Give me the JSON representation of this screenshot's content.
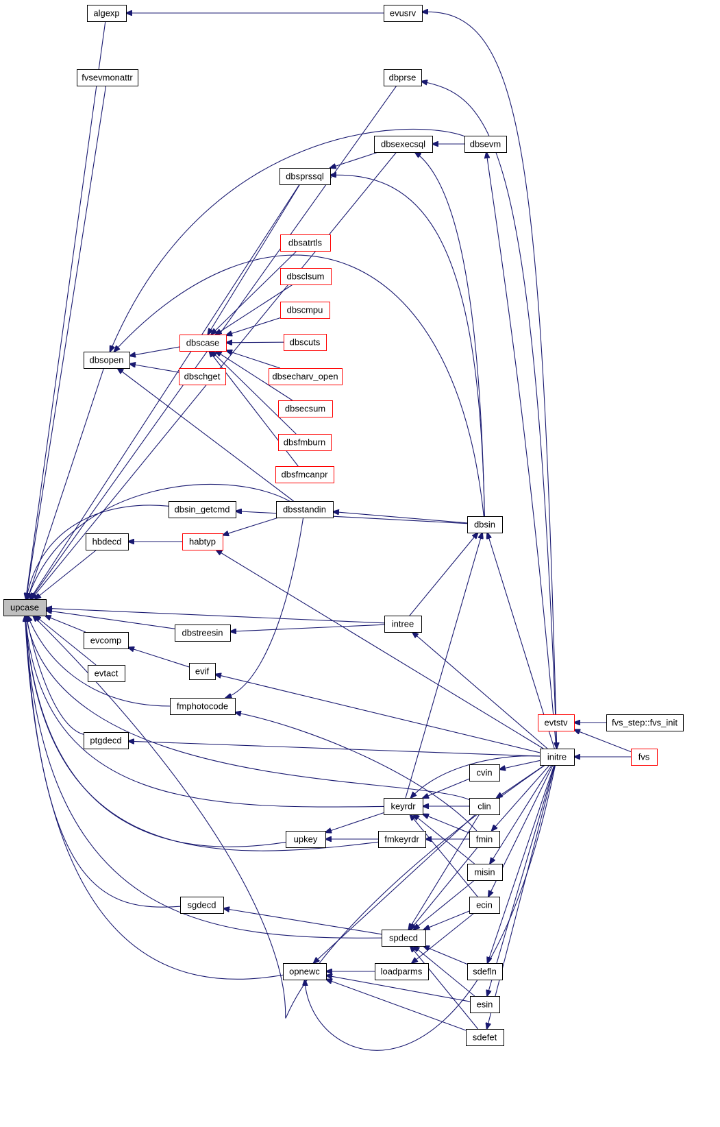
{
  "nodes": [
    {
      "id": "upcase",
      "label": "upcase",
      "style": "root"
    },
    {
      "id": "algexp",
      "label": "algexp",
      "style": "black"
    },
    {
      "id": "evusrv",
      "label": "evusrv",
      "style": "black"
    },
    {
      "id": "fvsevmonattr",
      "label": "fvsevmonattr",
      "style": "black"
    },
    {
      "id": "dbprse",
      "label": "dbprse",
      "style": "black"
    },
    {
      "id": "dbsexecsql",
      "label": "dbsexecsql",
      "style": "black"
    },
    {
      "id": "dbsevm",
      "label": "dbsevm",
      "style": "black"
    },
    {
      "id": "dbsprssql",
      "label": "dbsprssql",
      "style": "black"
    },
    {
      "id": "dbsatrtls",
      "label": "dbsatrtls",
      "style": "red"
    },
    {
      "id": "dbsclsum",
      "label": "dbsclsum",
      "style": "red"
    },
    {
      "id": "dbscmpu",
      "label": "dbscmpu",
      "style": "red"
    },
    {
      "id": "dbscase",
      "label": "dbscase",
      "style": "red"
    },
    {
      "id": "dbscuts",
      "label": "dbscuts",
      "style": "red"
    },
    {
      "id": "dbsopen",
      "label": "dbsopen",
      "style": "black"
    },
    {
      "id": "dbschget",
      "label": "dbschget",
      "style": "red"
    },
    {
      "id": "dbsecharv_open",
      "label": "dbsecharv_open",
      "style": "red"
    },
    {
      "id": "dbsecsum",
      "label": "dbsecsum",
      "style": "red"
    },
    {
      "id": "dbsfmburn",
      "label": "dbsfmburn",
      "style": "red"
    },
    {
      "id": "dbsfmcanpr",
      "label": "dbsfmcanpr",
      "style": "red"
    },
    {
      "id": "dbsin_getcmd",
      "label": "dbsin_getcmd",
      "style": "black"
    },
    {
      "id": "dbsstandin",
      "label": "dbsstandin",
      "style": "black"
    },
    {
      "id": "dbsin",
      "label": "dbsin",
      "style": "black"
    },
    {
      "id": "hbdecd",
      "label": "hbdecd",
      "style": "black"
    },
    {
      "id": "habtyp",
      "label": "habtyp",
      "style": "red"
    },
    {
      "id": "intree",
      "label": "intree",
      "style": "black"
    },
    {
      "id": "dbstreesin",
      "label": "dbstreesin",
      "style": "black"
    },
    {
      "id": "evcomp",
      "label": "evcomp",
      "style": "black"
    },
    {
      "id": "evif",
      "label": "evif",
      "style": "black"
    },
    {
      "id": "evtact",
      "label": "evtact",
      "style": "black"
    },
    {
      "id": "fmphotocode",
      "label": "fmphotocode",
      "style": "black"
    },
    {
      "id": "evtstv",
      "label": "evtstv",
      "style": "red"
    },
    {
      "id": "fvs_step_fvs_init",
      "label": "fvs_step::fvs_init",
      "style": "black"
    },
    {
      "id": "ptgdecd",
      "label": "ptgdecd",
      "style": "black"
    },
    {
      "id": "initre",
      "label": "initre",
      "style": "black"
    },
    {
      "id": "fvs",
      "label": "fvs",
      "style": "red"
    },
    {
      "id": "cvin",
      "label": "cvin",
      "style": "black"
    },
    {
      "id": "keyrdr",
      "label": "keyrdr",
      "style": "black"
    },
    {
      "id": "clin",
      "label": "clin",
      "style": "black"
    },
    {
      "id": "upkey",
      "label": "upkey",
      "style": "black"
    },
    {
      "id": "fmkeyrdr",
      "label": "fmkeyrdr",
      "style": "black"
    },
    {
      "id": "fmin",
      "label": "fmin",
      "style": "black"
    },
    {
      "id": "misin",
      "label": "misin",
      "style": "black"
    },
    {
      "id": "sgdecd",
      "label": "sgdecd",
      "style": "black"
    },
    {
      "id": "ecin",
      "label": "ecin",
      "style": "black"
    },
    {
      "id": "spdecd",
      "label": "spdecd",
      "style": "black"
    },
    {
      "id": "opnewc",
      "label": "opnewc",
      "style": "black"
    },
    {
      "id": "loadparms",
      "label": "loadparms",
      "style": "black"
    },
    {
      "id": "sdefln",
      "label": "sdefln",
      "style": "black"
    },
    {
      "id": "esin",
      "label": "esin",
      "style": "black"
    },
    {
      "id": "sdefet",
      "label": "sdefet",
      "style": "black"
    }
  ],
  "edges": [
    {
      "from": "algexp",
      "to": "upcase"
    },
    {
      "from": "evusrv",
      "to": "algexp"
    },
    {
      "from": "initre",
      "to": "evusrv"
    },
    {
      "from": "fvsevmonattr",
      "to": "upcase"
    },
    {
      "from": "dbprse",
      "to": "upcase"
    },
    {
      "from": "initre",
      "to": "dbprse"
    },
    {
      "from": "dbsexecsql",
      "to": "upcase"
    },
    {
      "from": "dbsevm",
      "to": "dbsexecsql"
    },
    {
      "from": "dbsin",
      "to": "dbsexecsql"
    },
    {
      "from": "initre",
      "to": "dbsevm"
    },
    {
      "from": "dbsexecsql",
      "to": "dbsprssql"
    },
    {
      "from": "dbsprssql",
      "to": "upcase"
    },
    {
      "from": "dbsin",
      "to": "dbsprssql"
    },
    {
      "from": "dbsatrtls",
      "to": "dbscase"
    },
    {
      "from": "dbsclsum",
      "to": "dbscase"
    },
    {
      "from": "dbscmpu",
      "to": "dbscase"
    },
    {
      "from": "dbscuts",
      "to": "dbscase"
    },
    {
      "from": "dbsecharv_open",
      "to": "dbscase"
    },
    {
      "from": "dbsecsum",
      "to": "dbscase"
    },
    {
      "from": "dbsfmburn",
      "to": "dbscase"
    },
    {
      "from": "dbsfmcanpr",
      "to": "dbscase"
    },
    {
      "from": "dbsprssql",
      "to": "dbscase"
    },
    {
      "from": "dbscase",
      "to": "dbsopen"
    },
    {
      "from": "dbschget",
      "to": "dbsopen"
    },
    {
      "from": "dbsstandin",
      "to": "dbsopen"
    },
    {
      "from": "dbsevm",
      "to": "dbsopen"
    },
    {
      "from": "dbsin",
      "to": "dbsopen"
    },
    {
      "from": "dbsopen",
      "to": "upcase"
    },
    {
      "from": "dbsin_getcmd",
      "to": "upcase"
    },
    {
      "from": "dbsstandin",
      "to": "upcase"
    },
    {
      "from": "dbsin",
      "to": "dbsstandin"
    },
    {
      "from": "dbsin",
      "to": "dbsin_getcmd"
    },
    {
      "from": "intree",
      "to": "dbsin"
    },
    {
      "from": "initre",
      "to": "dbsin"
    },
    {
      "from": "hbdecd",
      "to": "upcase"
    },
    {
      "from": "habtyp",
      "to": "hbdecd"
    },
    {
      "from": "dbsstandin",
      "to": "habtyp"
    },
    {
      "from": "initre",
      "to": "habtyp"
    },
    {
      "from": "intree",
      "to": "upcase"
    },
    {
      "from": "dbstreesin",
      "to": "upcase"
    },
    {
      "from": "intree",
      "to": "dbstreesin"
    },
    {
      "from": "initre",
      "to": "intree"
    },
    {
      "from": "evcomp",
      "to": "upcase"
    },
    {
      "from": "evif",
      "to": "evcomp"
    },
    {
      "from": "initre",
      "to": "evif"
    },
    {
      "from": "evtact",
      "to": "upcase"
    },
    {
      "from": "fmphotocode",
      "to": "upcase"
    },
    {
      "from": "dbsstandin",
      "to": "fmphotocode"
    },
    {
      "from": "fmin",
      "to": "fmphotocode"
    },
    {
      "from": "fvs_step_fvs_init",
      "to": "evtstv"
    },
    {
      "from": "fvs",
      "to": "evtstv"
    },
    {
      "from": "evtstv",
      "to": "initre"
    },
    {
      "from": "fvs",
      "to": "initre"
    },
    {
      "from": "ptgdecd",
      "to": "upcase"
    },
    {
      "from": "initre",
      "to": "ptgdecd"
    },
    {
      "from": "keyrdr",
      "to": "upcase"
    },
    {
      "from": "keyrdr",
      "to": "dbsin"
    },
    {
      "from": "initre",
      "to": "keyrdr"
    },
    {
      "from": "cvin",
      "to": "keyrdr"
    },
    {
      "from": "clin",
      "to": "keyrdr"
    },
    {
      "from": "fmin",
      "to": "keyrdr"
    },
    {
      "from": "misin",
      "to": "keyrdr"
    },
    {
      "from": "ecin",
      "to": "keyrdr"
    },
    {
      "from": "initre",
      "to": "cvin"
    },
    {
      "from": "initre",
      "to": "clin"
    },
    {
      "from": "clin",
      "to": "upcase"
    },
    {
      "from": "upkey",
      "to": "upcase"
    },
    {
      "from": "keyrdr",
      "to": "upkey"
    },
    {
      "from": "fmkeyrdr",
      "to": "upkey"
    },
    {
      "from": "fmkeyrdr",
      "to": "upcase"
    },
    {
      "from": "fmin",
      "to": "fmkeyrdr"
    },
    {
      "from": "initre",
      "to": "fmin"
    },
    {
      "from": "initre",
      "to": "misin"
    },
    {
      "from": "sgdecd",
      "to": "upcase"
    },
    {
      "from": "spdecd",
      "to": "sgdecd"
    },
    {
      "from": "initre",
      "to": "ecin"
    },
    {
      "from": "spdecd",
      "to": "upcase"
    },
    {
      "from": "clin",
      "to": "spdecd"
    },
    {
      "from": "fmin",
      "to": "spdecd"
    },
    {
      "from": "misin",
      "to": "spdecd"
    },
    {
      "from": "ecin",
      "to": "spdecd"
    },
    {
      "from": "sdefln",
      "to": "spdecd"
    },
    {
      "from": "esin",
      "to": "spdecd"
    },
    {
      "from": "sdefet",
      "to": "spdecd"
    },
    {
      "from": "opnewc",
      "to": "upcase"
    },
    {
      "from": "loadparms",
      "to": "opnewc"
    },
    {
      "from": "esin",
      "to": "opnewc"
    },
    {
      "from": "sdefet",
      "to": "opnewc"
    },
    {
      "from": "clin",
      "to": "opnewc"
    },
    {
      "from": "initre",
      "to": "opnewc"
    },
    {
      "from": "ecin",
      "to": "loadparms"
    },
    {
      "from": "initre",
      "to": "sdefln"
    },
    {
      "from": "initre",
      "to": "esin"
    },
    {
      "from": "initre",
      "to": "sdefet"
    },
    {
      "from": "initre",
      "to": "upcase"
    }
  ]
}
